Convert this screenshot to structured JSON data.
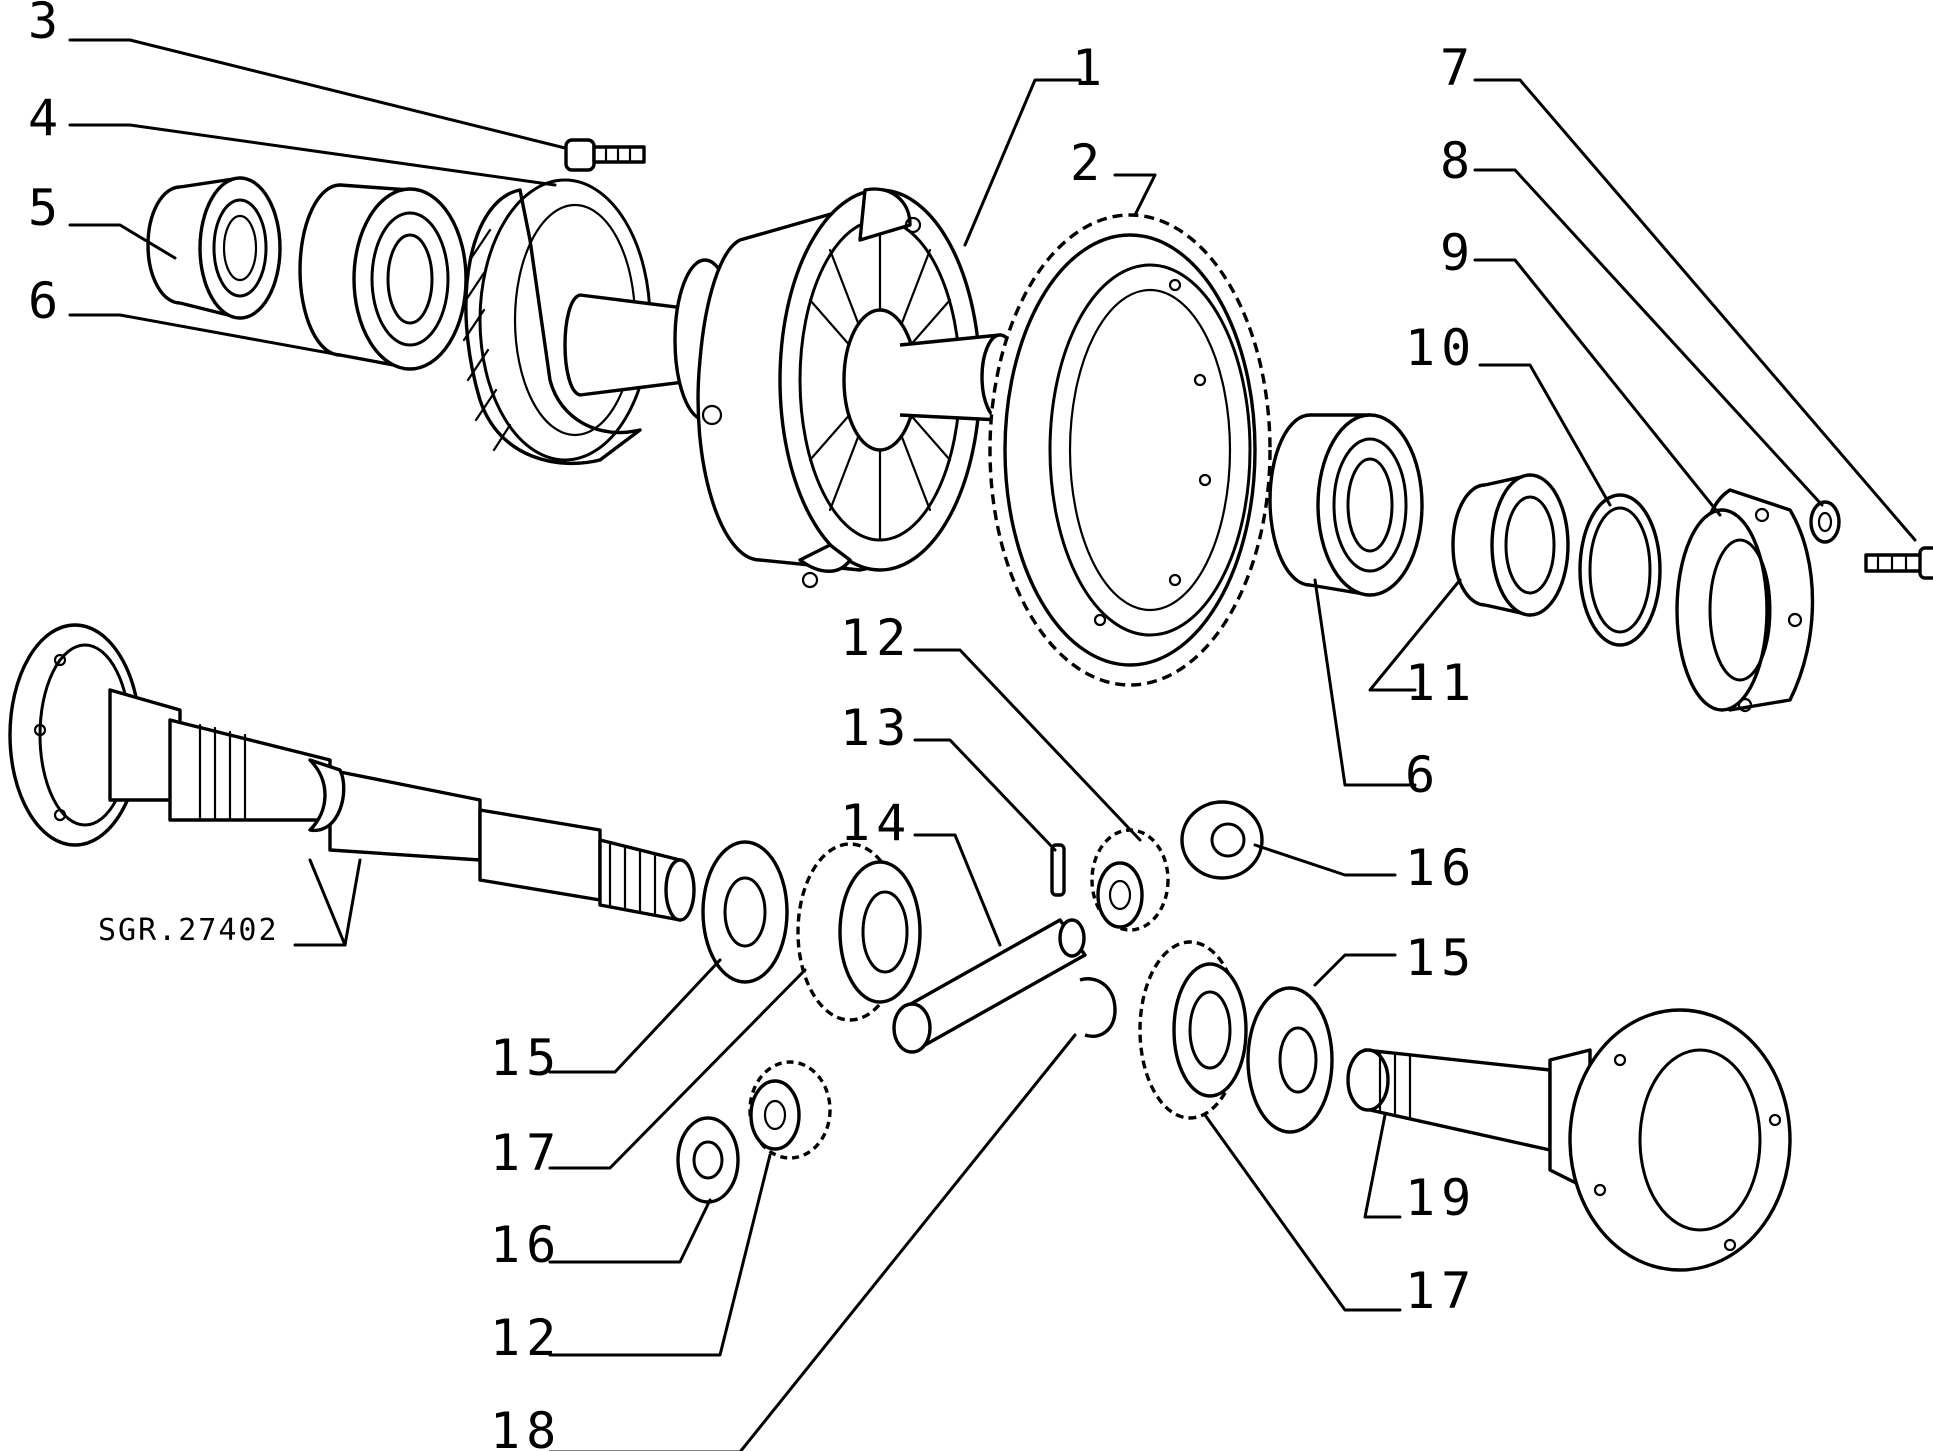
{
  "diagram": {
    "reference_code": "SGR.27402",
    "callouts": [
      {
        "id": "c3a",
        "text": "3"
      },
      {
        "id": "c4a",
        "text": "4"
      },
      {
        "id": "c5a",
        "text": "5"
      },
      {
        "id": "c6a",
        "text": "6"
      },
      {
        "id": "c1a",
        "text": "1"
      },
      {
        "id": "c2a",
        "text": "2"
      },
      {
        "id": "c7a",
        "text": "7"
      },
      {
        "id": "c8a",
        "text": "8"
      },
      {
        "id": "c9a",
        "text": "9"
      },
      {
        "id": "c10a",
        "text": "10"
      },
      {
        "id": "c11a",
        "text": "11"
      },
      {
        "id": "c6b",
        "text": "6"
      },
      {
        "id": "c12a",
        "text": "12"
      },
      {
        "id": "c13a",
        "text": "13"
      },
      {
        "id": "c14a",
        "text": "14"
      },
      {
        "id": "c16a",
        "text": "16"
      },
      {
        "id": "c15a",
        "text": "15"
      },
      {
        "id": "c15b",
        "text": "15"
      },
      {
        "id": "c17a",
        "text": "17"
      },
      {
        "id": "c16b",
        "text": "16"
      },
      {
        "id": "c12b",
        "text": "12"
      },
      {
        "id": "c18a",
        "text": "18"
      },
      {
        "id": "c19a",
        "text": "19"
      },
      {
        "id": "c17b",
        "text": "17"
      }
    ]
  }
}
